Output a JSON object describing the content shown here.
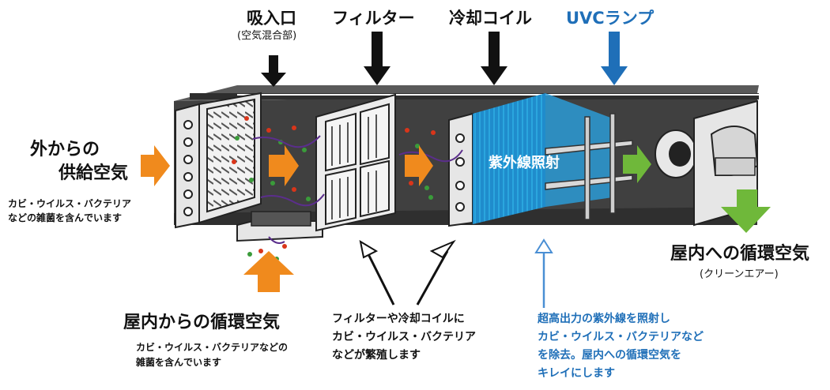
{
  "top_labels": {
    "intake": "吸入口",
    "intake_sub": "(空気混合部)",
    "filter": "フィルター",
    "coil": "冷却コイル",
    "uvc": "UVCランプ"
  },
  "outside_air": {
    "title_line1": "外からの",
    "title_line2": "供給空気",
    "desc_line1": "カビ・ウイルス・バクテリア",
    "desc_line2": "などの雑菌を含んでいます"
  },
  "indoor_air": {
    "title": "屋内からの循環空気",
    "desc_line1": "カビ・ウイルス・バクテリアなどの",
    "desc_line2": "雑菌を含んでいます"
  },
  "filter_note": {
    "line1": "フィルターや冷却コイルに",
    "line2": "カビ・ウイルス・バクテリア",
    "line3": "などが繁殖します"
  },
  "uv_note": {
    "line1": "超高出力の紫外線を照射し",
    "line2": "カビ・ウイルス・バクテリアなど",
    "line3": "を除去。屋内への循環空気を",
    "line4": "キレイにします"
  },
  "uv_panel_label": "紫外線照射",
  "output": {
    "title": "屋内への循環空気",
    "sub": "(クリーンエアー)"
  },
  "colors": {
    "orange": "#f08a1d",
    "green": "#6fb83a",
    "blue": "#1f6fb8",
    "dark": "#3a3a3a"
  }
}
